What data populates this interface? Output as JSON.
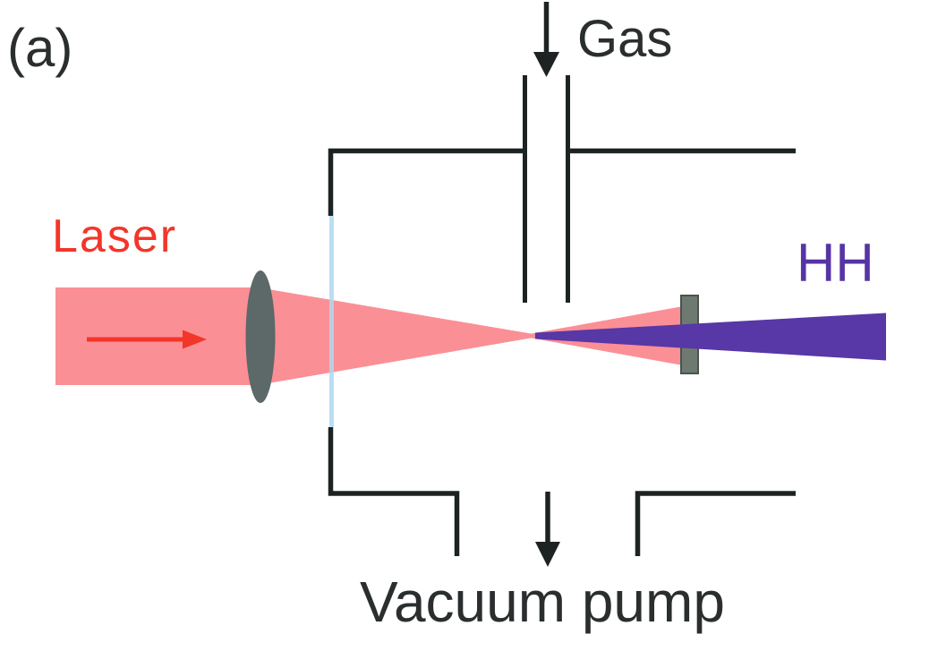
{
  "figure": {
    "panel_label": "(a)",
    "labels": {
      "laser": "Laser",
      "gas": "Gas",
      "hh": "HH",
      "vacuum_pump": "Vacuum pump"
    },
    "colors": {
      "laser_beam_pink": "#fb8f96",
      "laser_red": "#f2362a",
      "hh_purple": "#5837a6",
      "hh_text_purple": "#5634a4",
      "lens_gray": "#5d6868",
      "filter_gray": "#6e7a71",
      "filter_edge": "#49544c",
      "window_blue": "#aed9ee",
      "outline_black": "#1d2323",
      "label_black": "#2a2e2e"
    }
  }
}
